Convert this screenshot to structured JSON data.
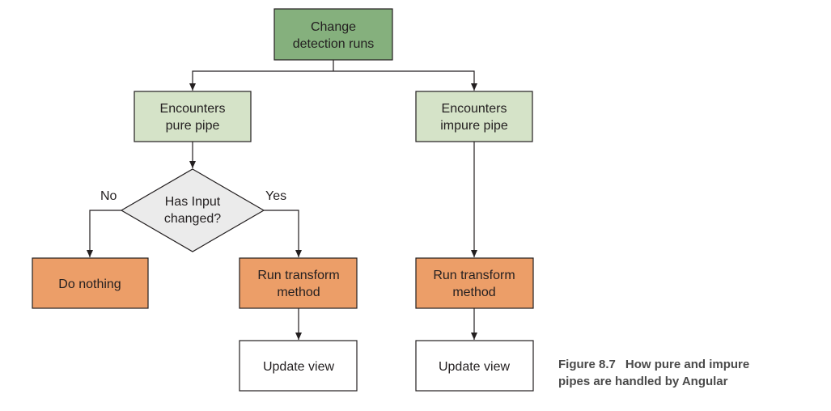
{
  "colors": {
    "start_fill": "#85b07d",
    "pipe_fill": "#d5e3c8",
    "decision_fill": "#ebebeb",
    "action_fill": "#ec9e68",
    "end_fill": "#ffffff",
    "stroke": "#231f20"
  },
  "nodes": {
    "start": {
      "line1": "Change",
      "line2": "detection runs"
    },
    "pure_pipe": {
      "line1": "Encounters",
      "line2": "pure pipe"
    },
    "impure_pipe": {
      "line1": "Encounters",
      "line2": "impure pipe"
    },
    "decision": {
      "line1": "Has Input",
      "line2": "changed?"
    },
    "do_nothing": {
      "label": "Do nothing"
    },
    "run_transform_left": {
      "line1": "Run transform",
      "line2": "method"
    },
    "run_transform_right": {
      "line1": "Run transform",
      "line2": "method"
    },
    "update_view_left": {
      "label": "Update view"
    },
    "update_view_right": {
      "label": "Update view"
    }
  },
  "edge_labels": {
    "no": "No",
    "yes": "Yes"
  },
  "caption": {
    "figure": "Figure 8.7",
    "text_line1": "How pure and impure",
    "text_line2": "pipes are handled by Angular"
  }
}
